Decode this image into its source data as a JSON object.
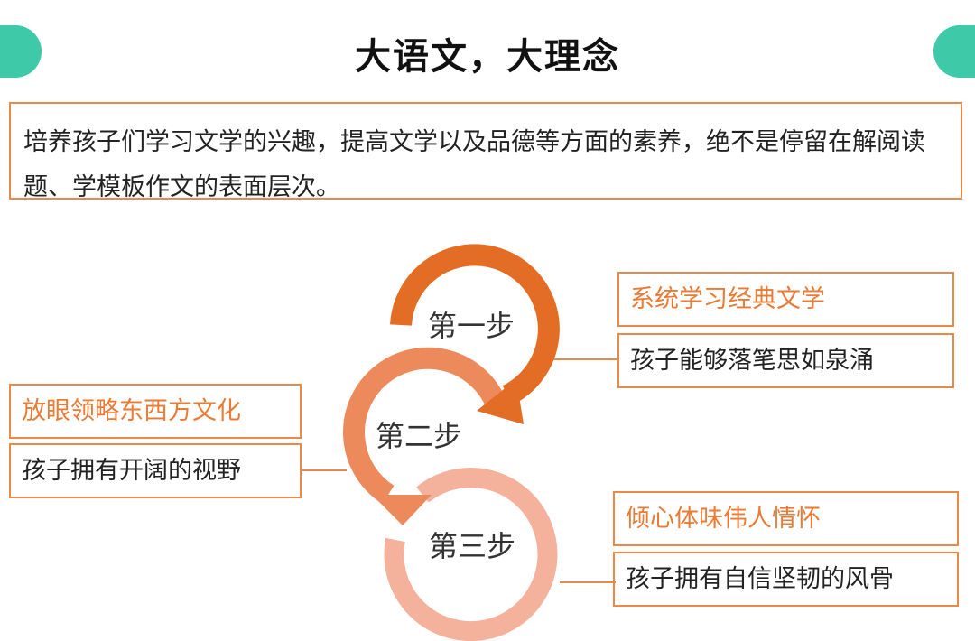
{
  "title": "大语文，大理念",
  "intro": "培养孩子们学习文学的兴趣，提高文学以及品德等方面的素养，绝不是停留在解阅读题、学模板作文的表面层次。",
  "steps": [
    {
      "label": "第一步",
      "heading": "系统学习经典文学",
      "result": "孩子能够落笔思如泉涌"
    },
    {
      "label": "第二步",
      "heading": "放眼领略东西方文化",
      "result": "孩子拥有开阔的视野"
    },
    {
      "label": "第三步",
      "heading": "倾心体味伟人情怀",
      "result": "孩子拥有自信坚韧的风骨"
    }
  ],
  "colors": {
    "accent": "#3ec9a8",
    "border": "#ea8a46",
    "step1": "#e36d24",
    "step2": "#ec8a5c",
    "step3": "#f4b29d"
  }
}
